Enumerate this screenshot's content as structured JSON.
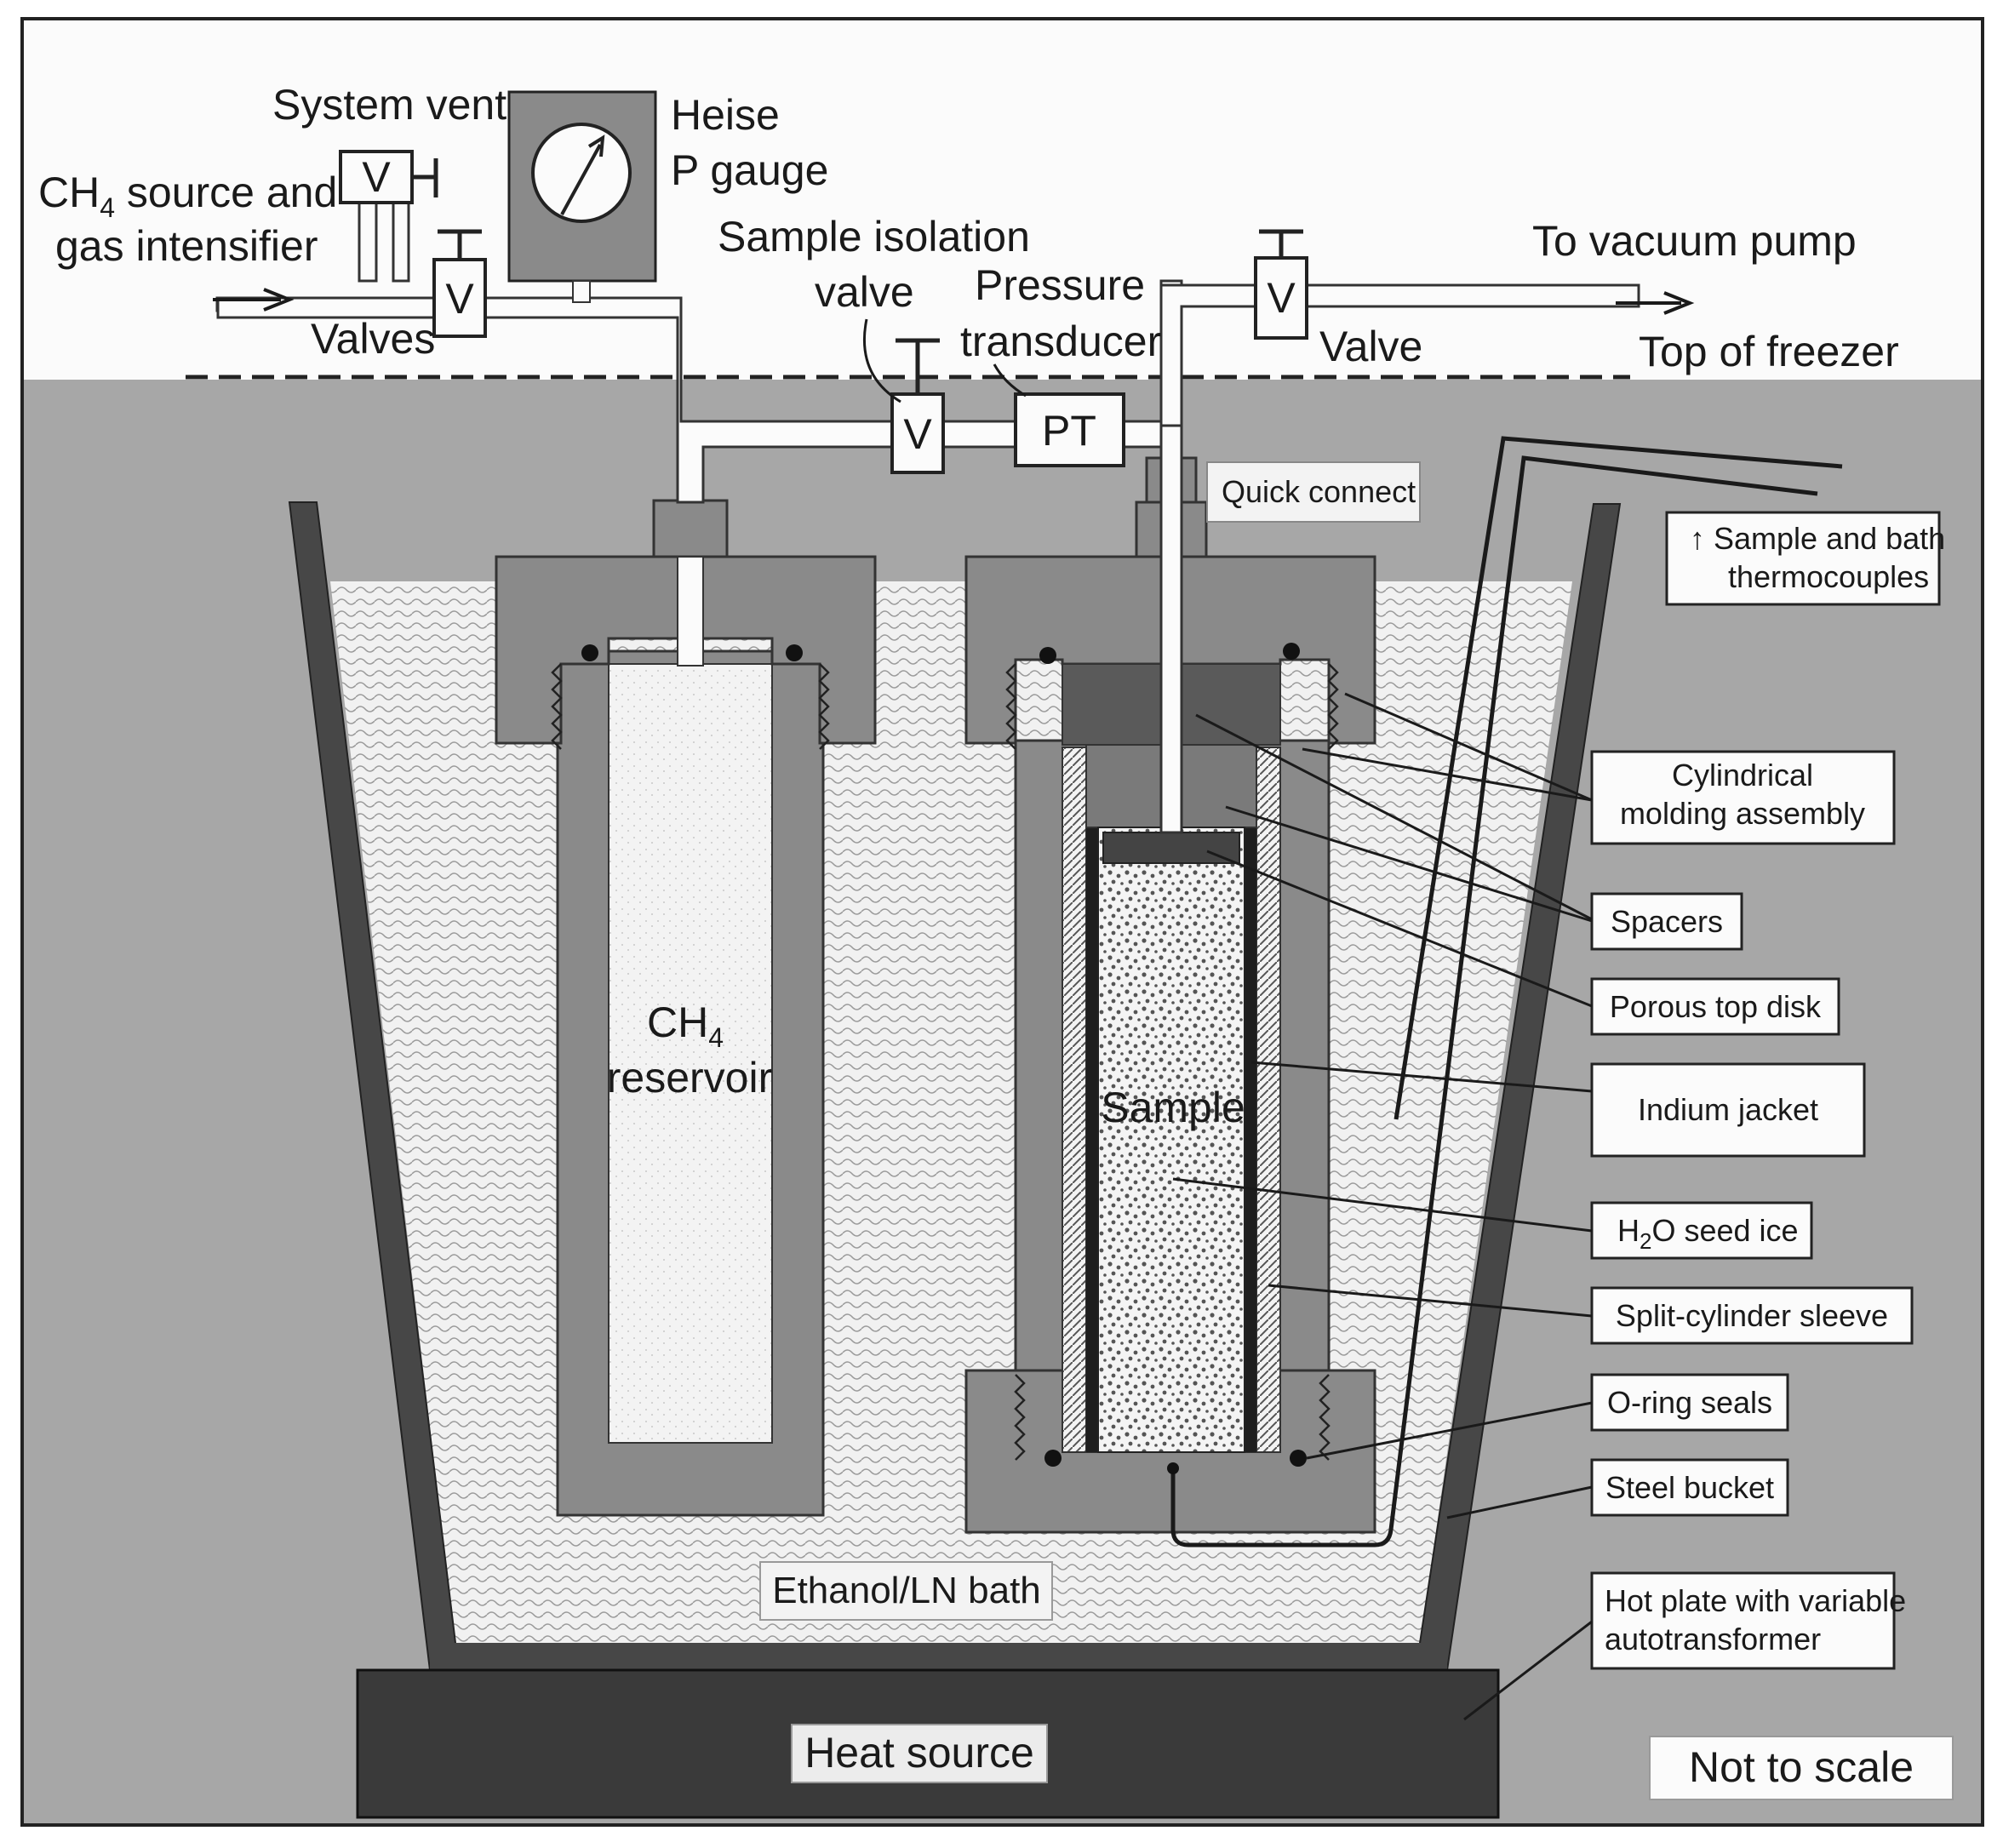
{
  "labels": {
    "system_vent": "System vent",
    "ch4_source_line1": "CH",
    "ch4_source_sub": "4",
    "ch4_source_line1_rest": " source and",
    "ch4_source_line2": "gas intensifier",
    "heise_line1": "Heise",
    "heise_line2": "P gauge",
    "sample_isolation_line1": "Sample isolation",
    "sample_isolation_line2": "valve",
    "pressure_line1": "Pressure",
    "pressure_line2": "transducer",
    "vacuum_pump": "To vacuum pump",
    "valves": "Valves",
    "valve": "Valve",
    "top_of_freezer": "Top of freezer",
    "quick_connect": "Quick connect",
    "thermocouples_line1": "↑ Sample and bath",
    "thermocouples_line2": "thermocouples",
    "cylindrical_line1": "Cylindrical",
    "cylindrical_line2": "molding assembly",
    "spacers": "Spacers",
    "porous_top_disk": "Porous top disk",
    "indium_jacket": "Indium jacket",
    "seed_ice_pre": "H",
    "seed_ice_sub": "2",
    "seed_ice_post": "O seed ice",
    "split_cylinder_sleeve": "Split-cylinder sleeve",
    "oring_seals": "O-ring seals",
    "steel_bucket": "Steel bucket",
    "hotplate_line1": "Hot plate with variable",
    "hotplate_line2": "autotransformer",
    "reservoir_line1": "CH",
    "reservoir_sub": "4",
    "reservoir_line2": "reservoir",
    "sample": "Sample",
    "ethanol_bath": "Ethanol/LN bath",
    "heat_source": "Heat source",
    "not_to_scale": "Not to scale"
  },
  "components": {
    "valve_symbol": "V",
    "transducer_symbol": "PT"
  },
  "icons": [
    "pressure-gauge-icon",
    "valve-icon",
    "flow-arrow-icon"
  ],
  "colors": {
    "freezer_gray": "#a7a7a7",
    "metal_gray": "#8a8a8a",
    "heat_source": "#3a3a3a",
    "bath_fill": "#eeeeee",
    "bucket": "#474747"
  }
}
